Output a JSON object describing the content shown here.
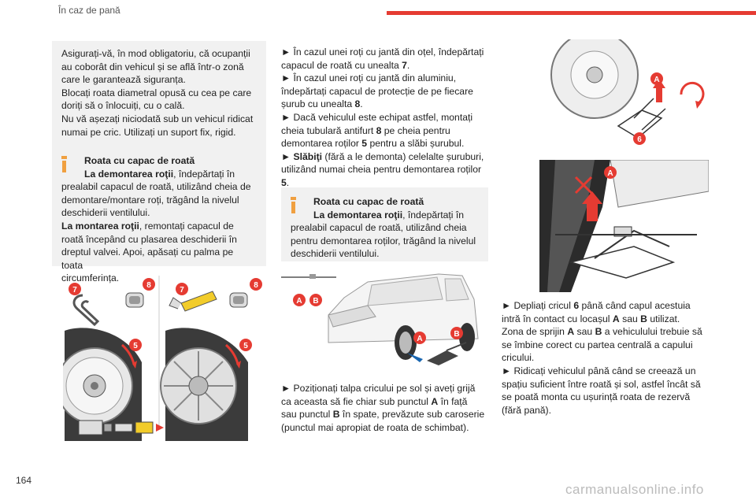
{
  "header": {
    "title": "În caz de pană"
  },
  "page_number": "164",
  "watermark": "carmanualsonline.info",
  "col1": {
    "box1": [
      "Asigurați-vă, în mod obligatoriu, că ocupanții",
      "au coborât din vehicul și se află într-o zonă",
      "care le garantează siguranța.",
      "Blocați roata diametral opusă cu cea pe care",
      "doriți să o înlocuiți, cu o cală.",
      "Nu vă așezați niciodată sub un vehicul ridicat",
      "numai pe cric. Utilizați un suport fix, rigid."
    ],
    "info": {
      "title": "Roata cu capac de roată",
      "l1b": "La demontarea roţii",
      "l1": ", îndepărtați în",
      "l2": "prealabil capacul de roată, utilizând cheia de",
      "l3": "demontare/montare roți, trăgând la nivelul",
      "l4": "deschiderii ventilului.",
      "l5b": "La montarea roţii",
      "l5": ", remontați capacul de",
      "l6": "roată începând cu plasarea deschiderii în",
      "l7": "dreptul valvei. Apoi, apăsați cu palma pe toata",
      "l8": "circumferința."
    }
  },
  "col2": {
    "s1": "► În cazul unei roți cu jantă din oțel, îndepărtați",
    "s2": "capacul de roată cu unealta ",
    "s2n": "7",
    "s3": "► În cazul unei roți cu jantă din aluminiu,",
    "s4": "îndepărtați capacul de protecție de pe fiecare",
    "s5": "șurub cu unealta ",
    "s5n": "8",
    "s6": "► Dacă vehiculul este echipat astfel, montați",
    "s7a": "cheia tubulară antifurt ",
    "s7n": "8",
    "s7b": " pe cheia pentru",
    "s8a": "demontarea roților ",
    "s8n": "5",
    "s8b": " pentru a slăbi șurubul.",
    "s9a": "► ",
    "s9b": "Slăbiţi",
    "s9c": " (fără a le demonta) celelalte șuruburi,",
    "s10": "utilizând numai cheia pentru demontarea roților",
    "s11n": "5",
    "info": {
      "title": "Roata cu capac de roată",
      "l1b": "La demontarea roţii",
      "l1": ", îndepărtați în",
      "l2": "prealabil capacul de roată, utilizând cheia",
      "l3": "pentru demontarea roților, trăgând la nivelul",
      "l4": "deschiderii ventilului."
    },
    "p1": "► Poziționați talpa cricului pe sol și aveți grijă",
    "p2": "ca aceasta să fie chiar sub punctul ",
    "p2A": "A",
    "p2b": " în față",
    "p3a": "sau punctul ",
    "p3B": "B",
    "p3b": " în spate, prevăzute sub caroserie",
    "p4": "(punctul mai apropiat de roata de schimbat)."
  },
  "col3": {
    "l1a": "► Depliați cricul ",
    "l1n": "6",
    "l1b": " până când capul acestuia",
    "l2a": "intră în contact cu locașul ",
    "l2A": "A",
    "l2m": " sau ",
    "l2B": "B",
    "l2b": " utilizat.",
    "l3a": "Zona de sprijin ",
    "l3A": "A",
    "l3m": " sau ",
    "l3B": "B",
    "l3b": " a vehiculului trebuie să",
    "l4": "se îmbine corect cu partea centrală a capului",
    "l5": "cricului.",
    "l6": "► Ridicați vehiculul până când se creează un",
    "l7": "spațiu suficient între roată și sol, astfel încât să",
    "l8": "se poată monta cu ușurință roata de rezervă",
    "l9": "(fără pană)."
  },
  "badges": {
    "n5": "5",
    "n6": "6",
    "n7": "7",
    "n8": "8",
    "A": "A",
    "B": "B"
  },
  "colors": {
    "accent": "#e53b32",
    "info_icon": "#f0a040",
    "box_bg": "#f1f1f1",
    "arrow_blue": "#1a66b0"
  }
}
